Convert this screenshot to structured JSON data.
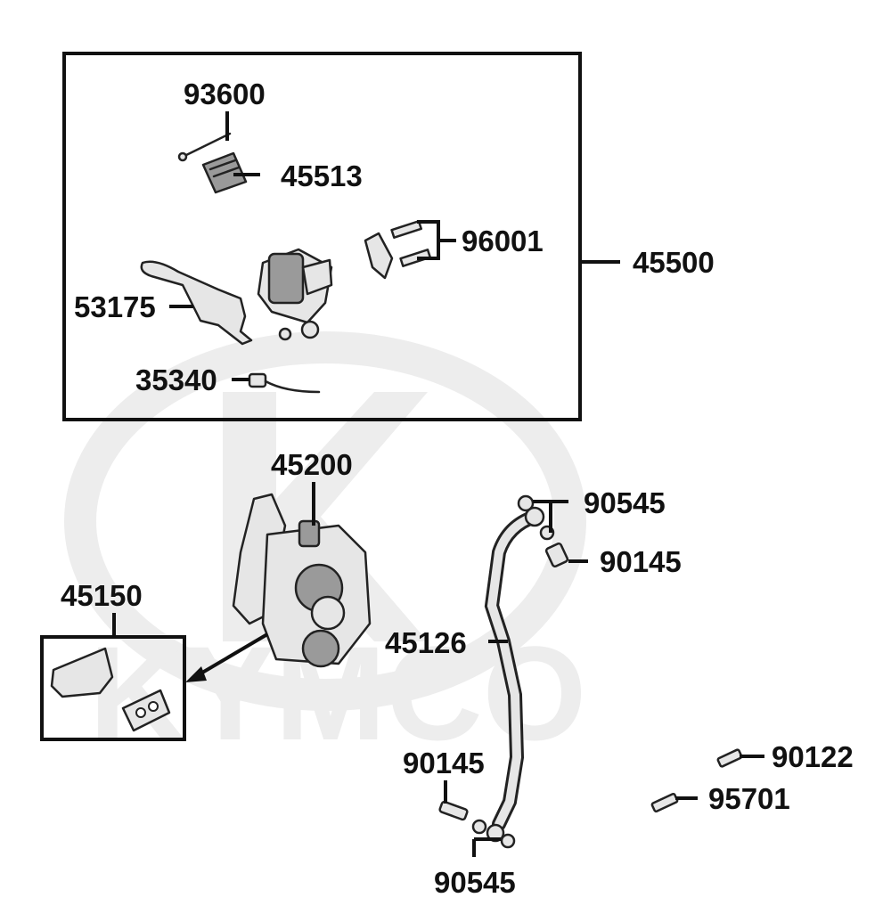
{
  "watermark": {
    "brand": "KYMCO"
  },
  "colors": {
    "ink": "#111111",
    "watermark": "#ededed",
    "background": "#ffffff"
  },
  "callouts": {
    "c93600": "93600",
    "c45513": "45513",
    "c96001": "96001",
    "c45500": "45500",
    "c53175": "53175",
    "c35340": "35340",
    "c45200": "45200",
    "c45150": "45150",
    "c90545_top": "90545",
    "c90145_top": "90145",
    "c45126": "45126",
    "c90145_bottom": "90145",
    "c90122": "90122",
    "c95701": "95701",
    "c90545_bottom": "90545"
  }
}
